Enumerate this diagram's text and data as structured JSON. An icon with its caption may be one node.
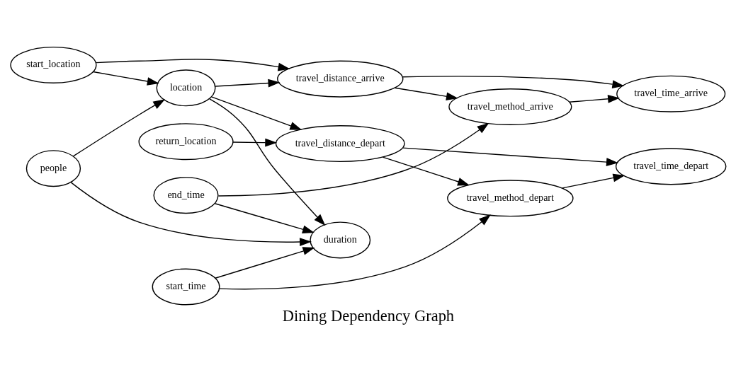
{
  "diagram": {
    "title": "Dining Dependency Graph",
    "nodes": [
      {
        "text": [
          "start_location"
        ]
      },
      {
        "text": [
          "location"
        ]
      },
      {
        "text": [
          "people"
        ]
      },
      {
        "text": [
          "return_location"
        ]
      },
      {
        "text": [
          "end_time"
        ]
      },
      {
        "text": [
          "start_time"
        ]
      },
      {
        "text": [
          "travel_distance_arrive"
        ]
      },
      {
        "text": [
          "travel_distance_depart"
        ]
      },
      {
        "text": [
          "duration"
        ]
      },
      {
        "text": [
          "travel_method_arrive"
        ]
      },
      {
        "text": [
          "travel_method_depart"
        ]
      },
      {
        "text": [
          "travel_time_arrive"
        ]
      },
      {
        "text": [
          "travel_time_depart"
        ]
      }
    ],
    "edges": [
      {
        "from": 0,
        "to": 6,
        "arrow": "to"
      },
      {
        "from": 0,
        "to": 1,
        "arrow": "to"
      },
      {
        "from": 1,
        "to": 6,
        "arrow": "to"
      },
      {
        "from": 1,
        "to": 7,
        "arrow": "to"
      },
      {
        "from": 1,
        "to": 8,
        "arrow": "to"
      },
      {
        "from": 2,
        "to": 1,
        "arrow": "to"
      },
      {
        "from": 2,
        "to": 8,
        "arrow": "to"
      },
      {
        "from": 3,
        "to": 7,
        "arrow": "to"
      },
      {
        "from": 4,
        "to": 9,
        "arrow": "to"
      },
      {
        "from": 4,
        "to": 8,
        "arrow": "to"
      },
      {
        "from": 5,
        "to": 8,
        "arrow": "to"
      },
      {
        "from": 5,
        "to": 10,
        "arrow": "to"
      },
      {
        "from": 6,
        "to": 11,
        "arrow": "to"
      },
      {
        "from": 6,
        "to": 9,
        "arrow": "to"
      },
      {
        "from": 9,
        "to": 11,
        "arrow": "to"
      },
      {
        "from": 7,
        "to": 12,
        "arrow": "to"
      },
      {
        "from": 7,
        "to": 10,
        "arrow": "to"
      },
      {
        "from": 10,
        "to": 12,
        "arrow": "to"
      }
    ]
  }
}
